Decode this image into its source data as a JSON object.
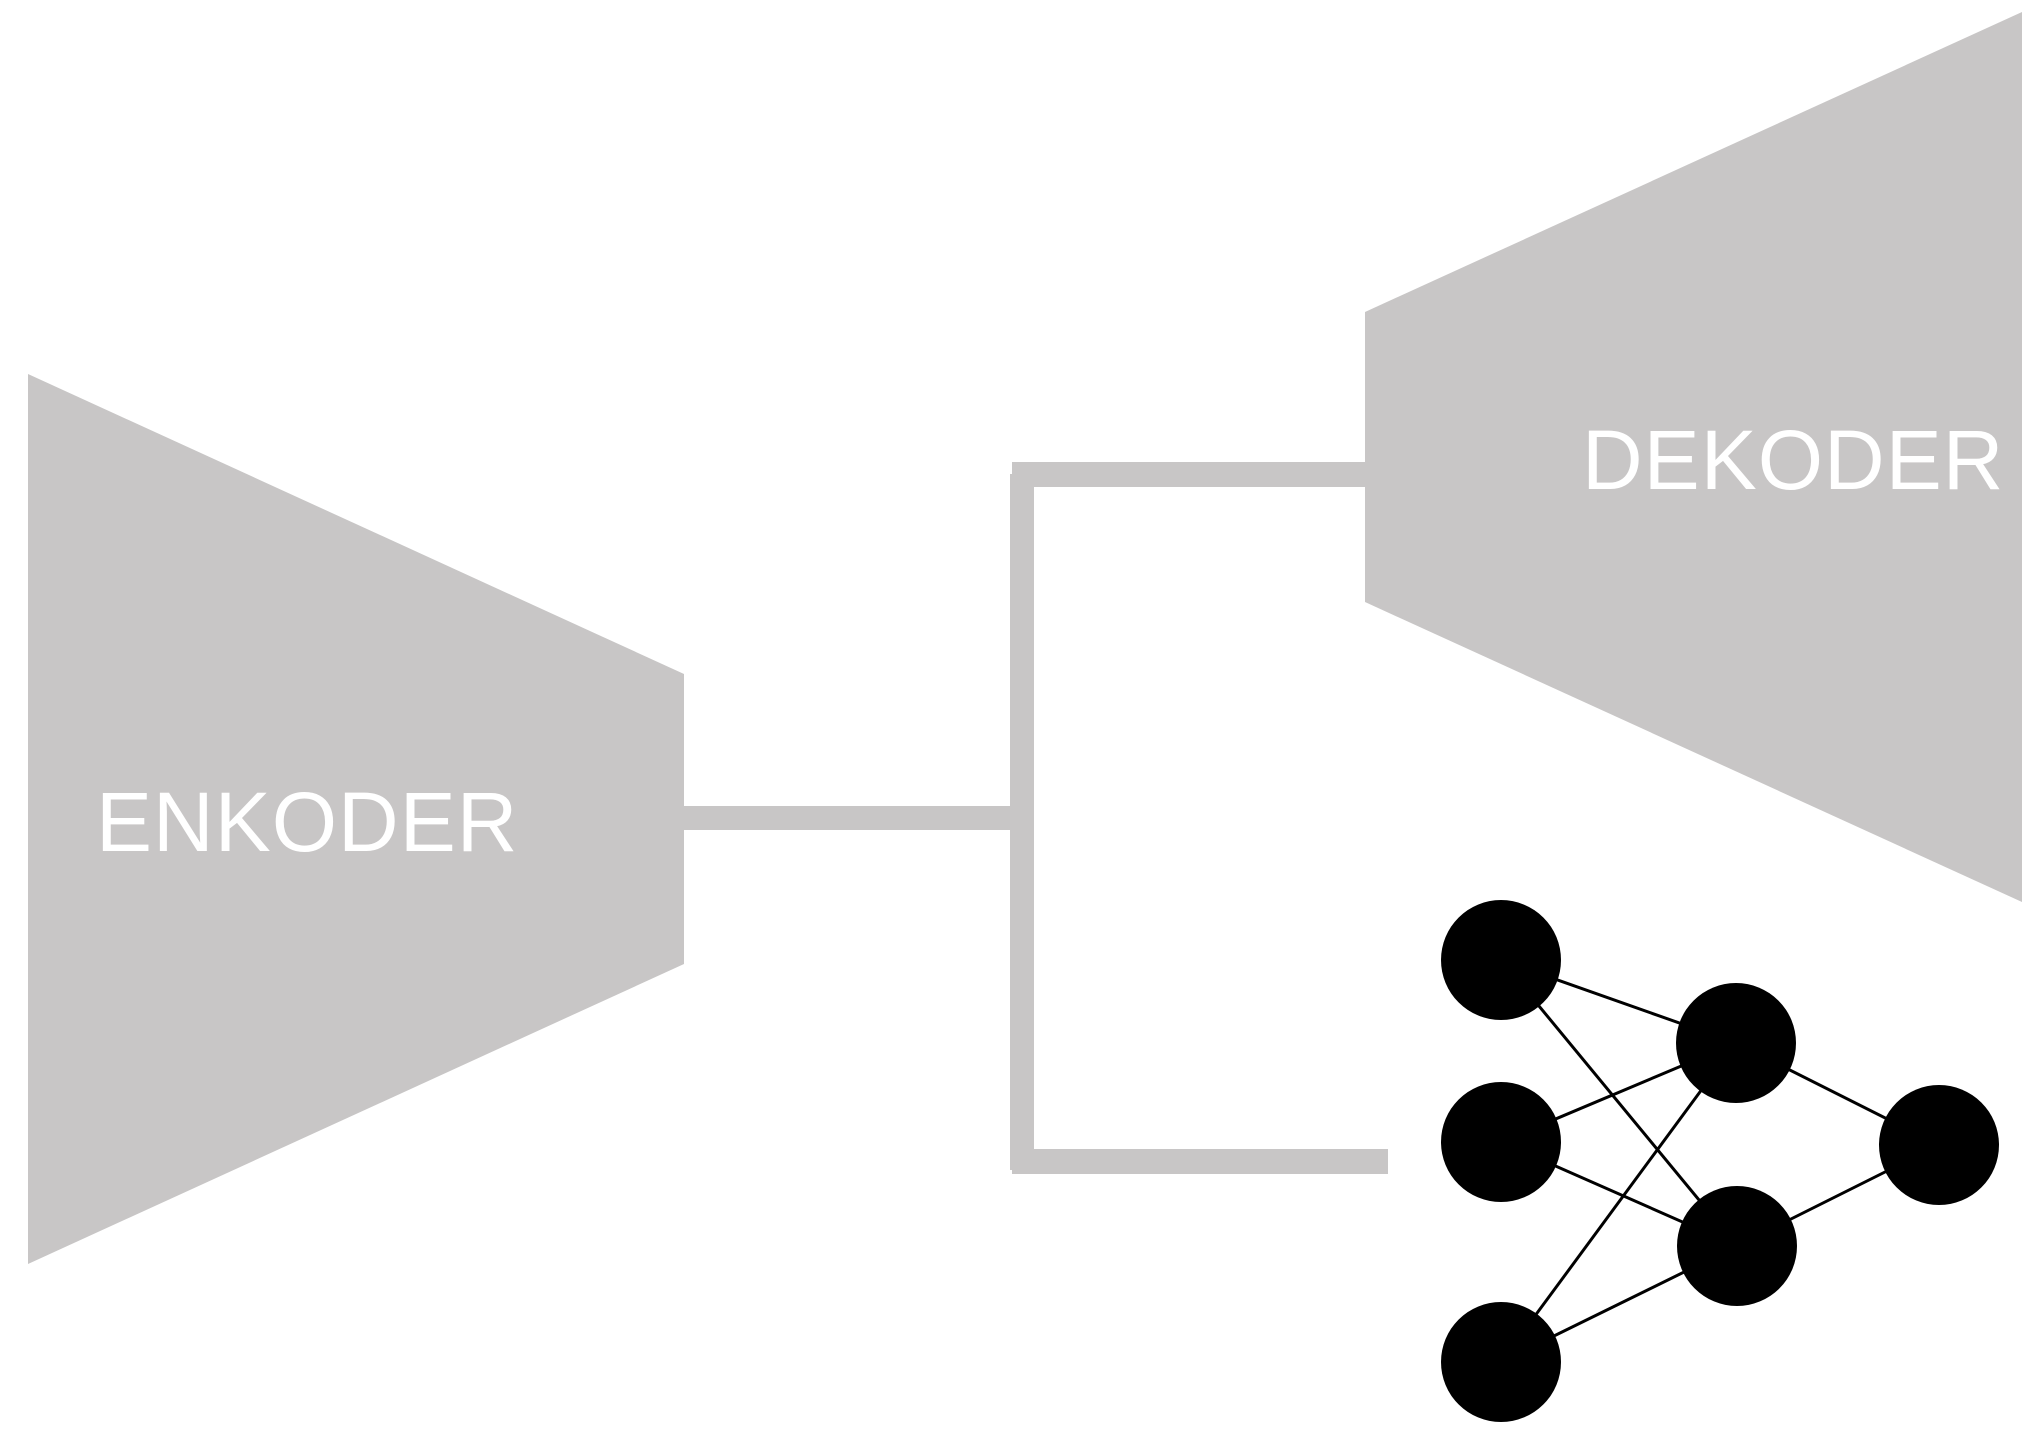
{
  "diagram": {
    "encoder": {
      "label": "ENKODER"
    },
    "decoder": {
      "label": "DEKODER"
    },
    "colors": {
      "block_fill": "#c8c6c6",
      "connector": "#c8c6c6",
      "label_text": "#ffffff",
      "node_fill": "#000000",
      "edge_stroke": "#000000"
    },
    "network": {
      "layers": [
        3,
        2,
        1
      ],
      "connections": [
        [
          "in-1",
          "hid-1"
        ],
        [
          "in-1",
          "hid-2"
        ],
        [
          "in-2",
          "hid-1"
        ],
        [
          "in-2",
          "hid-2"
        ],
        [
          "in-3",
          "hid-1"
        ],
        [
          "in-3",
          "hid-2"
        ],
        [
          "hid-1",
          "out-1"
        ],
        [
          "hid-2",
          "out-1"
        ]
      ]
    }
  }
}
